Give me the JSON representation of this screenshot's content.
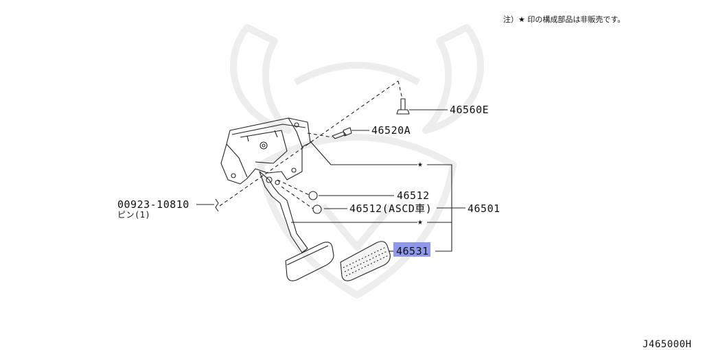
{
  "note": "注）★ 印の構成部品は非販売です。",
  "figure_id": "J465000H",
  "parts": {
    "p46560E": "46560E",
    "p46520A": "46520A",
    "p46512": "46512",
    "p46512_ascd": "46512(ASCD車)",
    "p46501": "46501",
    "p46531": "46531",
    "p00923": "00923-10810",
    "pin_note": "ピン(1)"
  },
  "star_symbol": "★",
  "highlight_color": "#7b86e8"
}
